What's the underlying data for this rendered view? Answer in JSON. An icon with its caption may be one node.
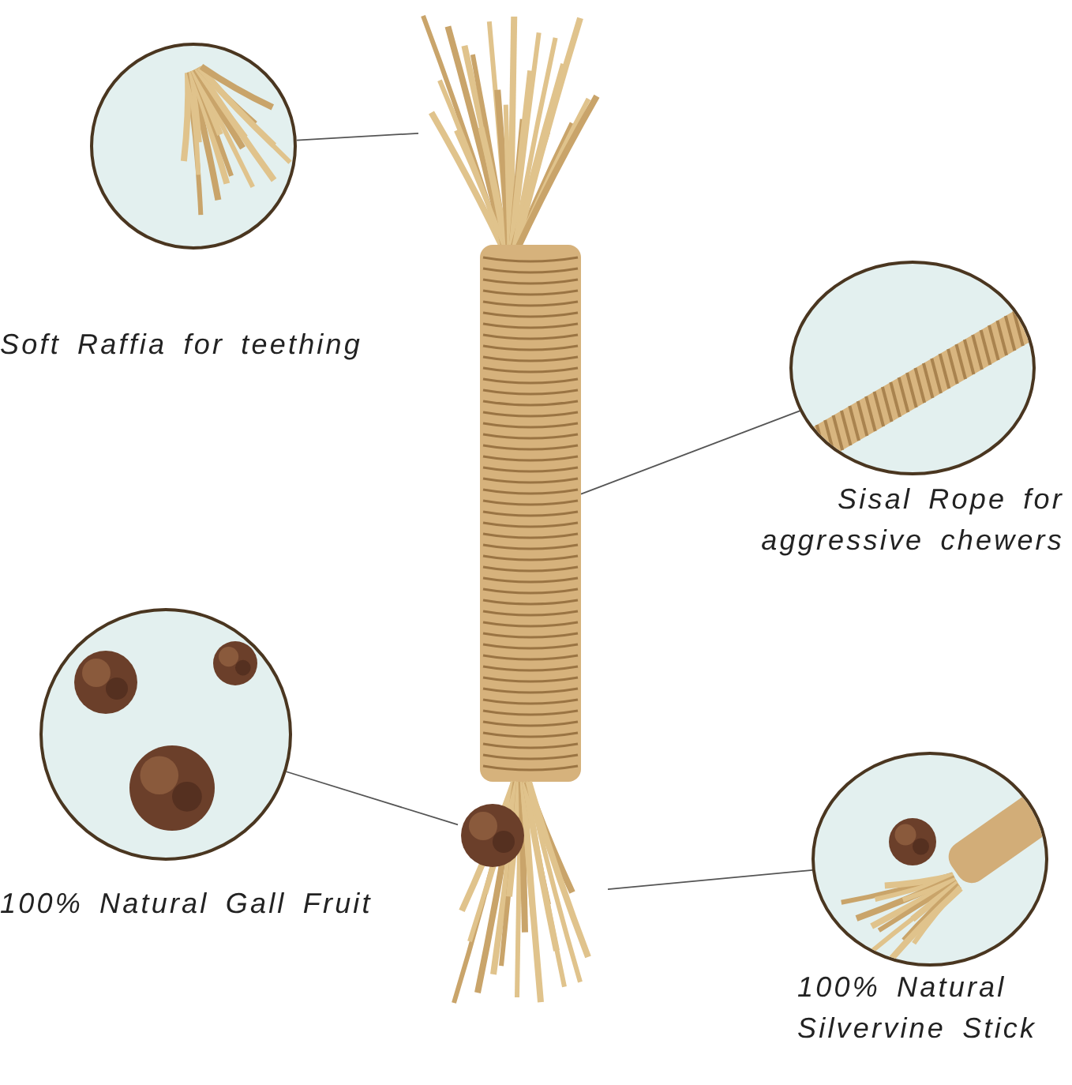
{
  "diagram": {
    "nodes": [
      {
        "text": [
          "Soft Raffia for teething"
        ]
      },
      {
        "text": [
          "Sisal Rope for aggressive chewers"
        ]
      },
      {
        "text": [
          "100% Natural Gall Fruit"
        ]
      },
      {
        "text": [
          "100% Natural Silvervine Stick"
        ]
      },
      {
        "text": [],
        "shape": "picture"
      },
      {
        "text": [],
        "shape": "picture"
      },
      {
        "text": [],
        "shape": "picture",
        "in": 7
      },
      {
        "text": [],
        "shape": "picture"
      }
    ],
    "edges": [
      {
        "from": 0,
        "to": 4,
        "arrow": "none"
      },
      {
        "from": 1,
        "to": 5,
        "arrow": "none"
      },
      {
        "from": 2,
        "to": 6,
        "arrow": "none"
      },
      {
        "from": 3,
        "to": 7,
        "arrow": "none"
      }
    ]
  }
}
